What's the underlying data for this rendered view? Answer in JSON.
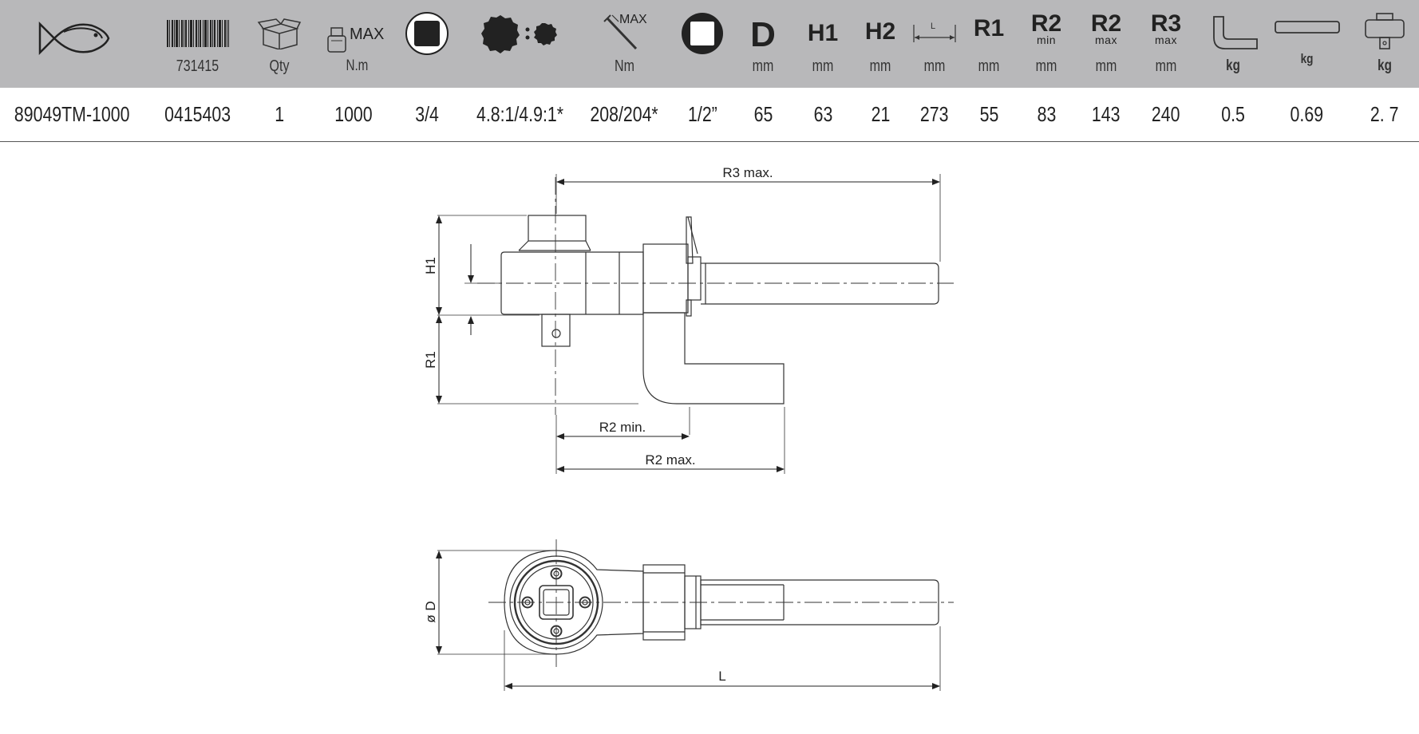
{
  "header": {
    "barcode_number": "731415",
    "qty_label": "Qty",
    "max_label": "MAX",
    "torque_unit": "N.m",
    "lever_max_label": "MAX",
    "lever_unit": "Nm",
    "D": "D",
    "H1": "H1",
    "H2": "H2",
    "L": "L",
    "R1": "R1",
    "R2": "R2",
    "R2_sub_min": "min",
    "R2_sub_max": "max",
    "R3": "R3",
    "R3_sub": "max",
    "mm": "mm",
    "kg": "kg"
  },
  "row": {
    "ref": "89049TM-1000",
    "ean": "0415403",
    "qty": "1",
    "torque": "1000",
    "drive_in": "3/4",
    "ratio": "4.8:1/4.9:1*",
    "lever_force": "208/204*",
    "drive_out": "1/2”",
    "D": "65",
    "H1": "63",
    "H2": "21",
    "L": "273",
    "R1": "55",
    "R2_min": "83",
    "R2_max": "143",
    "R3_max": "240",
    "w_reaction": "0.5",
    "w_bar": "0.69",
    "w_total": "2. 7"
  },
  "drawing": {
    "r3_label": "R3 max.",
    "h1_label": "H1",
    "r1_label": "R1",
    "r2min_label": "R2 min.",
    "r2max_label": "R2 max.",
    "d_label": "ø D",
    "l_label": "L"
  }
}
